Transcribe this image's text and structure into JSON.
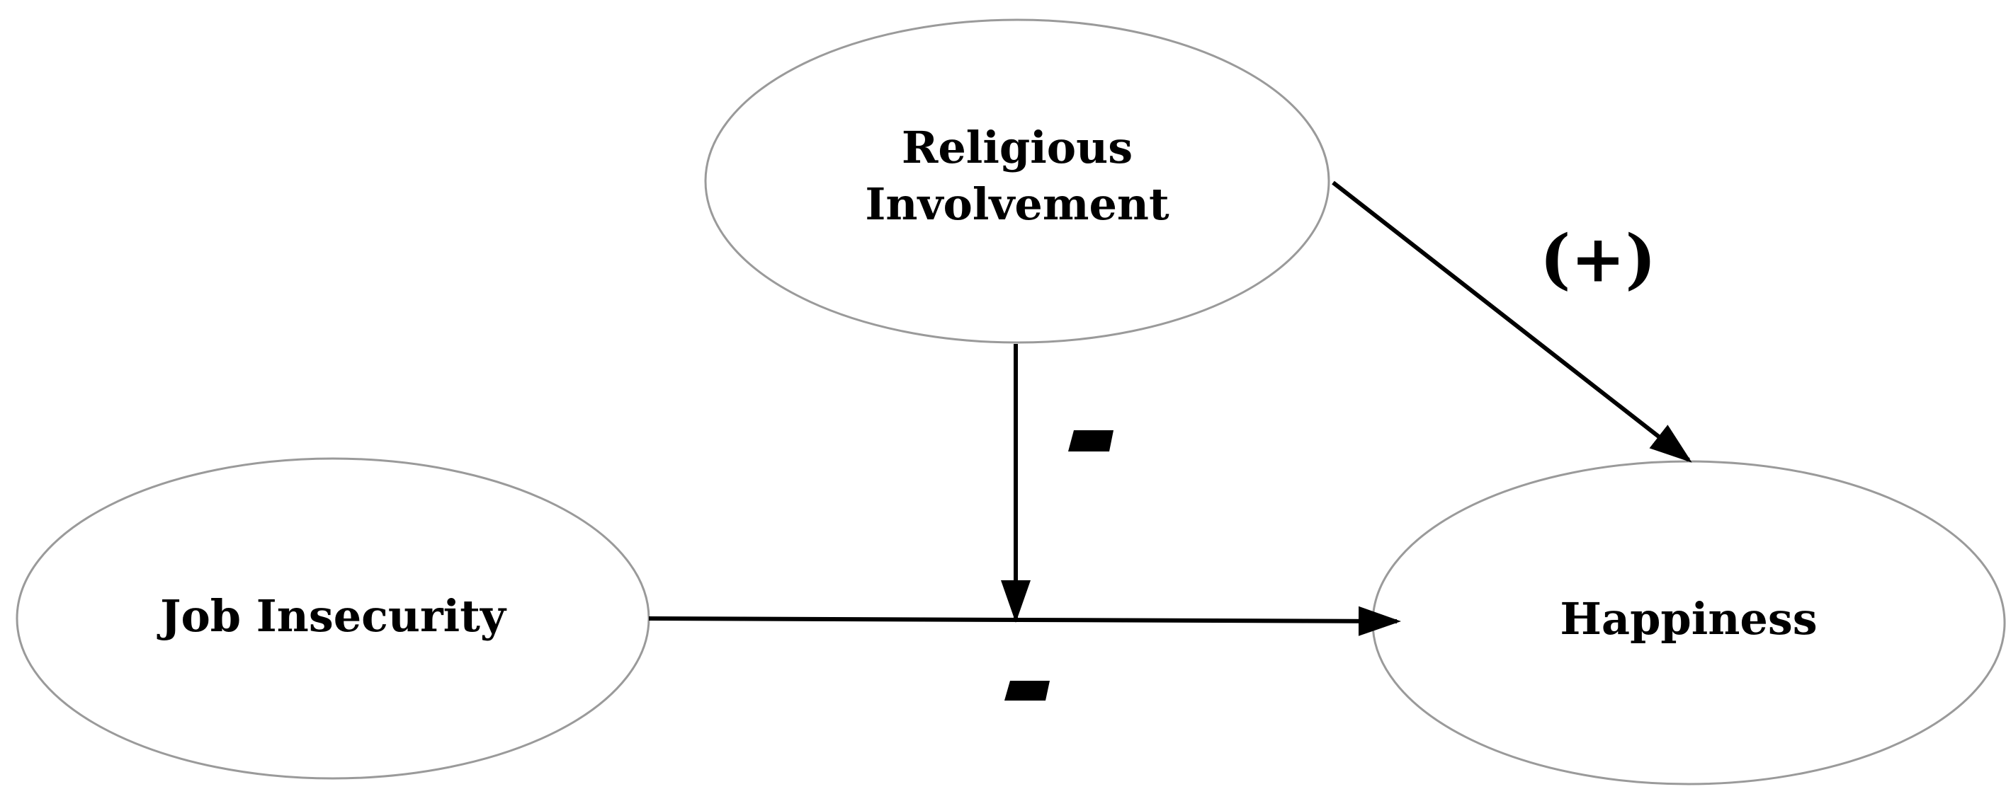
{
  "nodes": {
    "religious_involvement": {
      "line1": "Religious",
      "line2": "Involvement"
    },
    "job_insecurity": {
      "label": "Job Insecurity"
    },
    "happiness": {
      "label": "Happiness"
    }
  },
  "edges": {
    "religious_to_happiness": {
      "sign": "(+)"
    },
    "moderation": {
      "sign": "minus"
    },
    "job_to_happiness": {
      "sign": "minus"
    }
  }
}
